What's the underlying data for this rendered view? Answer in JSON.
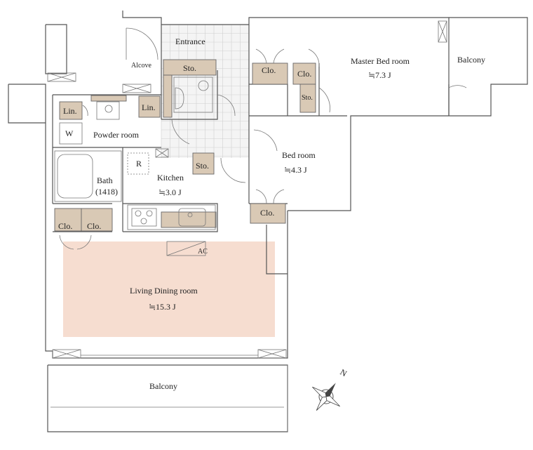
{
  "rooms": {
    "entrance": "Entrance",
    "alcove": "Alcove",
    "master_bed_room": "Master Bed room",
    "master_bed_size": "≒7.3 J",
    "balcony_top": "Balcony",
    "bed_room": "Bed room",
    "bed_room_size": "≒4.3 J",
    "powder_room": "Powder room",
    "bath": "Bath",
    "bath_size": "(1418)",
    "kitchen": "Kitchen",
    "kitchen_size": "≒3.0 J",
    "living_dining_room": "Living Dining room",
    "living_dining_size": "≒15.3 J",
    "balcony_bottom": "Balcony"
  },
  "fixtures": {
    "sto": "Sto.",
    "clo": "Clo.",
    "lin": "Lin.",
    "w": "W",
    "r": "R",
    "ac": "AC",
    "north": "N"
  },
  "colors": {
    "storage": "#d9c9b5",
    "living_highlight": "#f6ddd0",
    "wall": "#555555"
  }
}
